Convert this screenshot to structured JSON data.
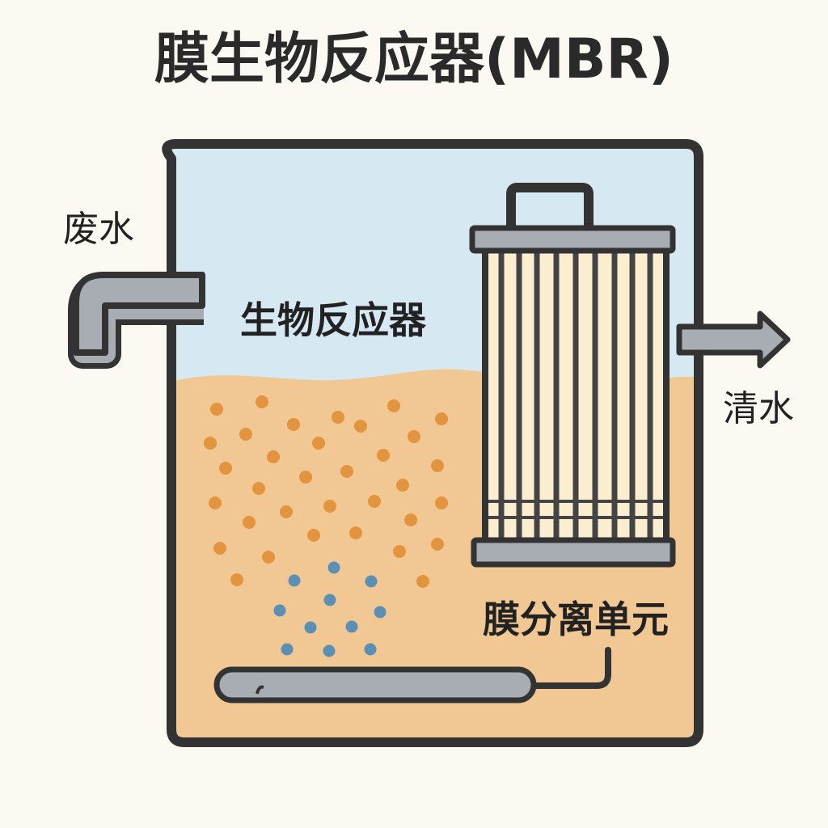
{
  "title": "膜生物反应器(MBR)",
  "labels": {
    "inlet": "废水",
    "reactor": "生物反应器",
    "outlet": "清水",
    "membrane": "膜分离单元"
  },
  "colors": {
    "background": "#fcf9f3",
    "water": "#d6e8f2",
    "sludge": "#f1c894",
    "outline": "#333333",
    "pipe": "#a8adb3",
    "sludge_particle": "#e2943f",
    "air_bubble": "#5b8fb3",
    "membrane_fill": "#fbeed0"
  }
}
